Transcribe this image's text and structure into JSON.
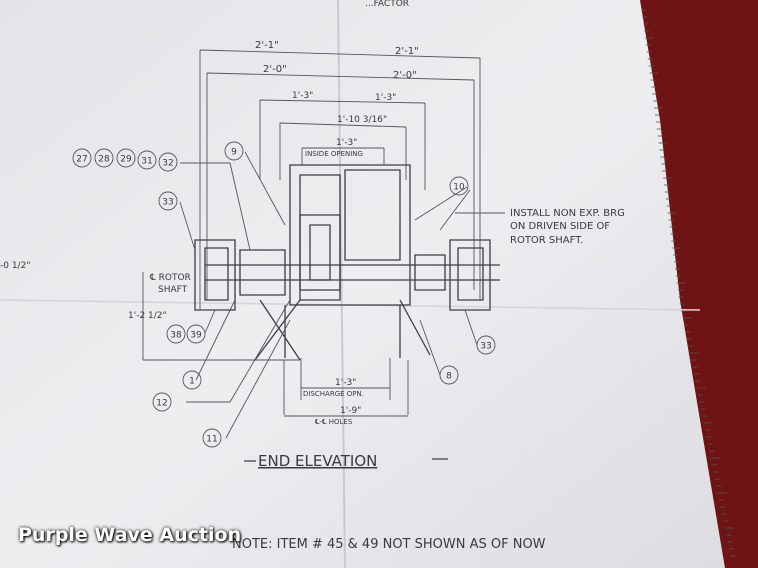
{
  "drawing": {
    "top_fragment": "...FACTOR",
    "left_fragment": "-0 1/2\"",
    "dims": {
      "outer_left": "2'-1\"",
      "outer_right": "2'-1\"",
      "second_left": "2'-0\"",
      "second_right": "2'-0\"",
      "third_left": "1'-3\"",
      "third_right": "1'-3\"",
      "inner": "1'-10 3/16\"",
      "inside_value": "1'-3\"",
      "inside_label": "INSIDE OPENING",
      "shaft_height": "1'-2 1/2\"",
      "discharge_value": "1'-3\"",
      "discharge_label": "DISCHARGE OPN.",
      "holes_value": "1'-9\"",
      "holes_label": "℄-℄ HOLES"
    },
    "rotor_label_1": "℄ ROTOR",
    "rotor_label_2": "SHAFT",
    "install_note": [
      "INSTALL NON EXP. BRG",
      "ON DRIVEN SIDE OF",
      "ROTOR SHAFT."
    ],
    "balloons": {
      "b27": "27",
      "b28": "28",
      "b29": "29",
      "b31": "31",
      "b32": "32",
      "b33a": "33",
      "b9": "9",
      "b10": "10",
      "b38": "38",
      "b39": "39",
      "b1": "1",
      "b12": "12",
      "b11": "11",
      "b8": "8",
      "b33b": "33"
    },
    "title": "END ELEVATION",
    "note": "NOTE: ITEM # 45 & 49 NOT SHOWN AS OF NOW"
  },
  "watermark": "Purple Wave Auction",
  "colors": {
    "paper": "#e9e9ec",
    "ink": "#3a3a3e",
    "background": "#6e1414"
  }
}
